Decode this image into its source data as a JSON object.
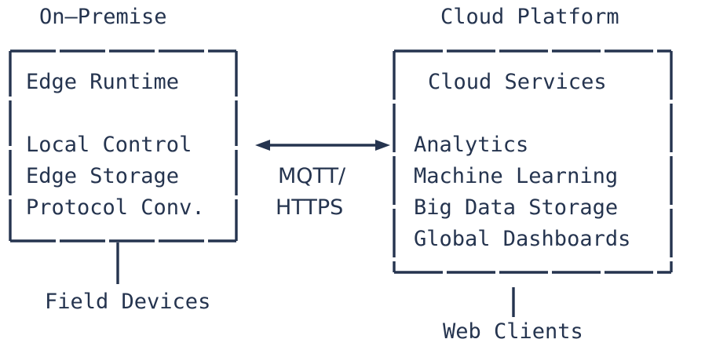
{
  "diagram": {
    "title_left": "On–Premise",
    "title_right": "Cloud Platform",
    "stroke_color": "#25344f",
    "text_color": "#25344f",
    "background_color": "#ffffff",
    "left_box": {
      "heading": "Edge Runtime",
      "items": [
        "Local Control",
        "Edge Storage",
        "Protocol Conv."
      ]
    },
    "right_box": {
      "heading": "Cloud Services",
      "items": [
        "Analytics",
        "Machine Learning",
        "Big Data Storage",
        "Global Dashboards"
      ]
    },
    "connector": {
      "label_line1": "MQTT/",
      "label_line2": "HTTPS",
      "arrow_type": "double-headed"
    },
    "external": {
      "bottom_left": "Field Devices",
      "bottom_right": "Web Clients"
    }
  }
}
